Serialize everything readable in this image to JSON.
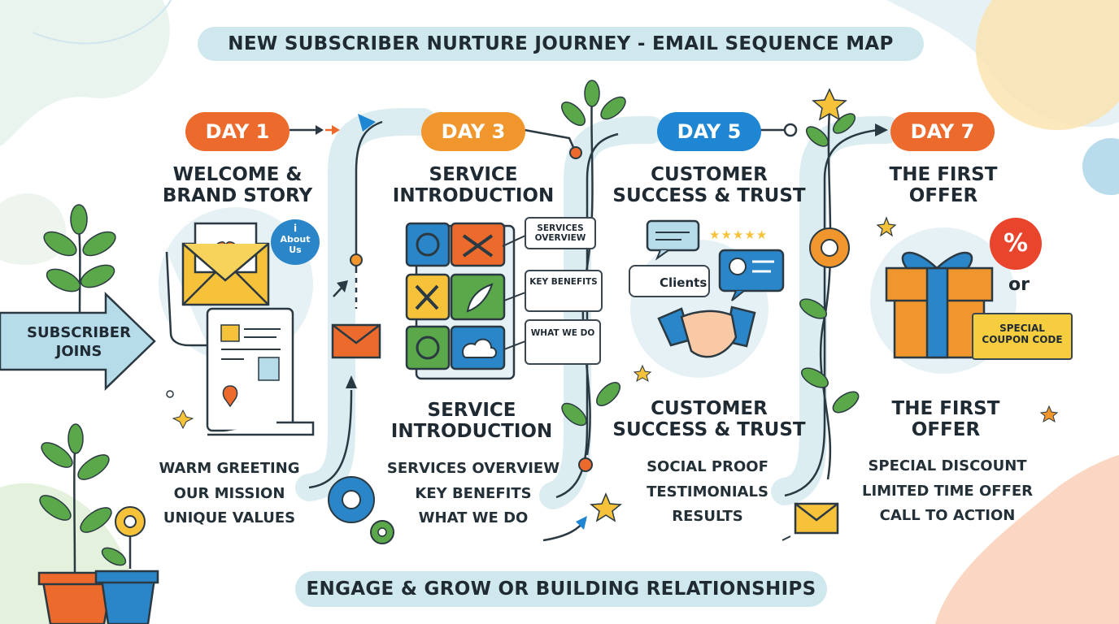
{
  "title": "NEW SUBSCRIBER NURTURE JOURNEY - EMAIL SEQUENCE MAP",
  "footer": "ENGAGE & GROW OR BUILDING RELATIONSHIPS",
  "subscriber": {
    "line1": "SUBSCRIBER",
    "line2": "JOINS"
  },
  "colors": {
    "orange": "#ec6a2c",
    "amber": "#f0962c",
    "blue": "#1f86d4",
    "pill": "#cfe8ee",
    "path": "#dcedf2"
  },
  "stages": [
    {
      "day": "DAY 1",
      "color": "#ec6a2c",
      "heading": [
        "WELCOME &",
        "BRAND STORY"
      ],
      "subheading": [],
      "bullets": [
        "WARM GREETING",
        "OUR MISSION",
        "UNIQUE VALUES"
      ],
      "badge": [
        "About",
        "Us"
      ]
    },
    {
      "day": "DAY 3",
      "color": "#f0962c",
      "heading": [
        "SERVICE",
        "INTRODUCTION"
      ],
      "subheading": [
        "SERVICE",
        "INTRODUCTION"
      ],
      "bullets": [
        "SERVICES OVERVIEW",
        "KEY BENEFITS",
        "WHAT WE DO"
      ],
      "callouts": [
        [
          "SERVICES",
          "OVERVIEW"
        ],
        [
          "KEY BENEFITS"
        ],
        [
          "WHAT WE DO"
        ]
      ]
    },
    {
      "day": "DAY 5",
      "color": "#1f86d4",
      "heading": [
        "CUSTOMER",
        "SUCCESS & TRUST"
      ],
      "subheading": [
        "CUSTOMER",
        "SUCCESS & TRUST"
      ],
      "bullets": [
        "SOCIAL PROOF",
        "TESTIMONIALS",
        "RESULTS"
      ],
      "badge": "Clients"
    },
    {
      "day": "DAY 7",
      "color": "#ec6a2c",
      "heading": [
        "THE FIRST",
        "OFFER"
      ],
      "subheading": [
        "THE FIRST",
        "OFFER"
      ],
      "bullets": [
        "SPECIAL DISCOUNT",
        "LIMITED TIME OFFER",
        "CALL TO ACTION"
      ],
      "or_text": "or",
      "percent": "%",
      "coupon": [
        "SPECIAL",
        "COUPON CODE"
      ]
    }
  ]
}
